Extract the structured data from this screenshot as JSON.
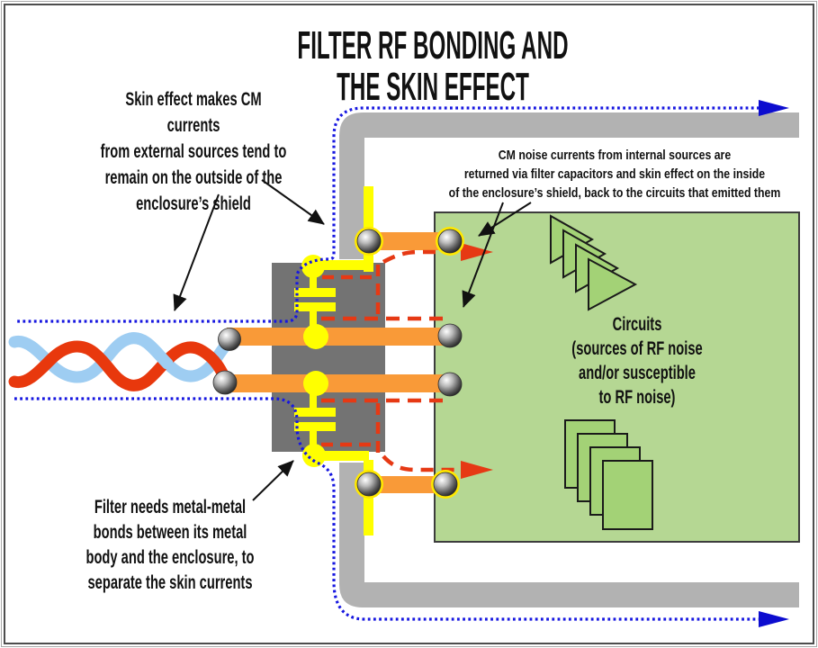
{
  "title": "FILTER RF BONDING AND THE SKIN EFFECT",
  "annotations": {
    "skin_effect": {
      "lines": [
        "Skin effect makes CM currents",
        "from external sources tend to",
        "remain on the outside of the",
        "enclosure’s shield"
      ]
    },
    "cm_noise": {
      "lines": [
        "CM noise currents from internal sources are",
        "returned via filter capacitors and skin effect on the inside",
        "of the enclosure’s shield, back to the circuits that emitted them"
      ]
    },
    "filter_bonds": {
      "lines": [
        "Filter needs metal-metal",
        "bonds between its metal",
        "body and the enclosure, to",
        "separate the skin currents"
      ]
    }
  },
  "circuits_box": {
    "label_lines": [
      "Circuits",
      "(sources of RF noise",
      "and/or susceptible",
      "to RF noise)"
    ]
  },
  "colors": {
    "enclosure_shield_gray": "#b2b2b2",
    "filter_body_gray": "#737373",
    "bond_wire_yellow": "#ffff00",
    "conductor_orange": "#f99a38",
    "cm_noise_red": "#e63914",
    "skin_current_blue": "#1717e0",
    "circuits_bg_green": "#b5d793",
    "circuit_shape_green": "#a3d276",
    "twisted_wire_blue": "#9ecdf2",
    "twisted_wire_red": "#e8380d",
    "text_black": "#111111"
  }
}
